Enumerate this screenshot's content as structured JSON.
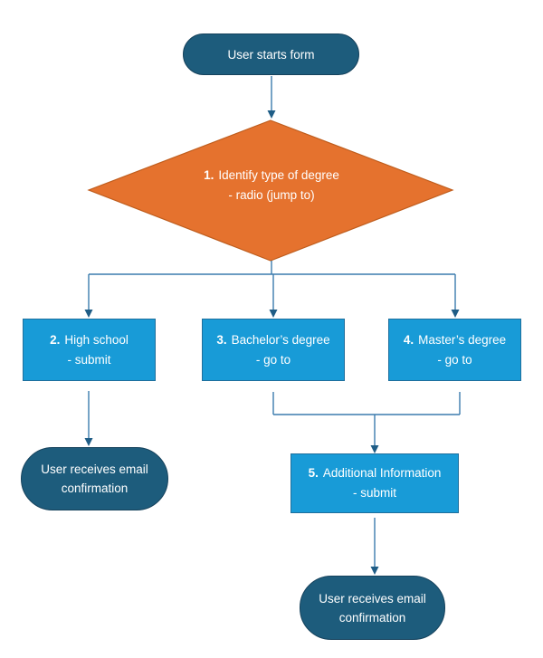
{
  "diagram": {
    "type": "flowchart",
    "colors": {
      "bg": "#ffffff",
      "teal": "#1d5c7c",
      "teal_border": "#16425c",
      "orange": "#e5722e",
      "orange_border": "#bf5d1d",
      "blue": "#189bd7",
      "blue_border": "#1f6f9c",
      "connector": "#3b7cad",
      "arrowhead": "#1f5d86",
      "text": "#ffffff"
    },
    "nodes": {
      "start": {
        "label": "User starts form"
      },
      "decision": {
        "num": "1.",
        "title": "Identify type of degree",
        "subtitle": "- radio (jump to)"
      },
      "high_school": {
        "num": "2.",
        "title": "High school",
        "subtitle": "- submit"
      },
      "bachelors": {
        "num": "3.",
        "title": "Bachelor’s degree",
        "subtitle": "- go to"
      },
      "masters": {
        "num": "4.",
        "title": "Master’s degree",
        "subtitle": "- go to"
      },
      "additional_info": {
        "num": "5.",
        "title": "Additional Information",
        "subtitle": "- submit"
      },
      "email_confirmation_left": {
        "line1": "User receives email",
        "line2": "confirmation"
      },
      "email_confirmation_bottom": {
        "line1": "User receives email",
        "line2": "confirmation"
      }
    },
    "edges": [
      {
        "from": "start",
        "to": "decision"
      },
      {
        "from": "decision",
        "to": "high_school"
      },
      {
        "from": "decision",
        "to": "bachelors"
      },
      {
        "from": "decision",
        "to": "masters"
      },
      {
        "from": "high_school",
        "to": "email_confirmation_left"
      },
      {
        "from": "bachelors",
        "to": "additional_info"
      },
      {
        "from": "masters",
        "to": "additional_info"
      },
      {
        "from": "additional_info",
        "to": "email_confirmation_bottom"
      }
    ]
  }
}
